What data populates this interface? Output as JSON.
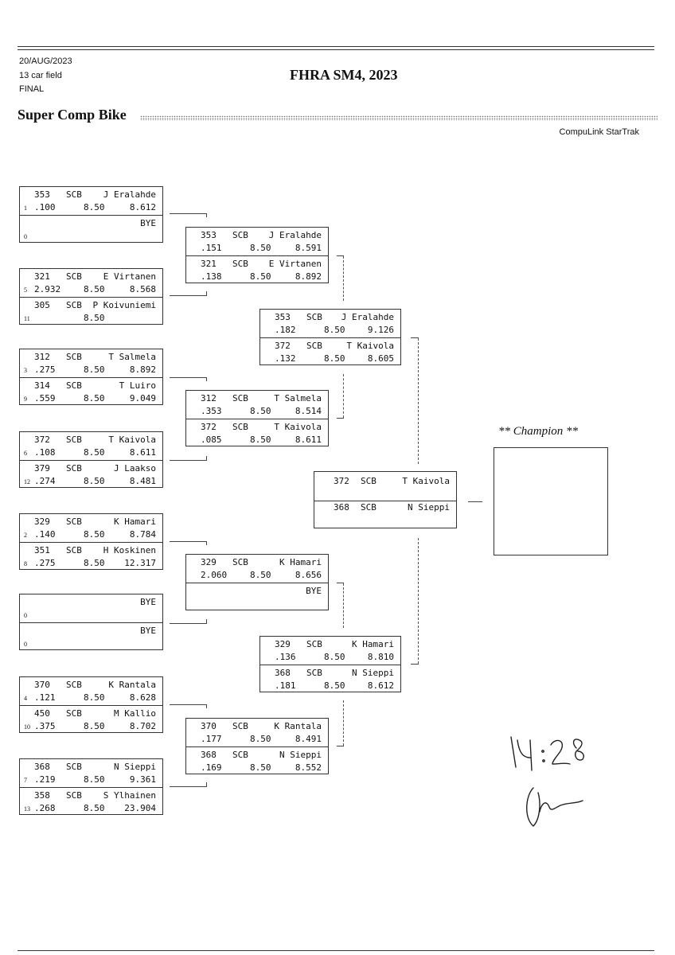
{
  "header": {
    "date": "20/AUG/2023",
    "field": "13 car field",
    "round": "FINAL",
    "event": "FHRA SM4, 2023",
    "class": "Super Comp Bike",
    "system": "CompuLink StarTrak"
  },
  "champion_label": "** Champion **",
  "round1": [
    {
      "top": {
        "seed": "1",
        "num": "353",
        "cls": "SCB",
        "name": "J Eralahde",
        "rt": ".100",
        "dial": "8.50",
        "et": "8.612"
      },
      "bot": {
        "seed": "0",
        "num": "",
        "cls": "",
        "name": "BYE",
        "rt": "",
        "dial": "",
        "et": ""
      }
    },
    {
      "top": {
        "seed": "5",
        "num": "321",
        "cls": "SCB",
        "name": "E Virtanen",
        "rt": "2.932",
        "dial": "8.50",
        "et": "8.568"
      },
      "bot": {
        "seed": "11",
        "num": "305",
        "cls": "SCB",
        "name": "P Koivuniemi",
        "rt": "",
        "dial": "8.50",
        "et": ""
      }
    },
    {
      "top": {
        "seed": "3",
        "num": "312",
        "cls": "SCB",
        "name": "T Salmela",
        "rt": ".275",
        "dial": "8.50",
        "et": "8.892"
      },
      "bot": {
        "seed": "9",
        "num": "314",
        "cls": "SCB",
        "name": "T Luiro",
        "rt": ".559",
        "dial": "8.50",
        "et": "9.049"
      }
    },
    {
      "top": {
        "seed": "6",
        "num": "372",
        "cls": "SCB",
        "name": "T Kaivola",
        "rt": ".108",
        "dial": "8.50",
        "et": "8.611"
      },
      "bot": {
        "seed": "12",
        "num": "379",
        "cls": "SCB",
        "name": "J Laakso",
        "rt": ".274",
        "dial": "8.50",
        "et": "8.481"
      }
    },
    {
      "top": {
        "seed": "2",
        "num": "329",
        "cls": "SCB",
        "name": "K Hamari",
        "rt": ".140",
        "dial": "8.50",
        "et": "8.784"
      },
      "bot": {
        "seed": "8",
        "num": "351",
        "cls": "SCB",
        "name": "H Koskinen",
        "rt": ".275",
        "dial": "8.50",
        "et": "12.317"
      }
    },
    {
      "top": {
        "seed": "0",
        "num": "",
        "cls": "",
        "name": "BYE",
        "rt": "",
        "dial": "",
        "et": ""
      },
      "bot": {
        "seed": "0",
        "num": "",
        "cls": "",
        "name": "BYE",
        "rt": "",
        "dial": "",
        "et": ""
      }
    },
    {
      "top": {
        "seed": "4",
        "num": "370",
        "cls": "SCB",
        "name": "K Rantala",
        "rt": ".121",
        "dial": "8.50",
        "et": "8.628"
      },
      "bot": {
        "seed": "10",
        "num": "450",
        "cls": "SCB",
        "name": "M Kallio",
        "rt": ".375",
        "dial": "8.50",
        "et": "8.702"
      }
    },
    {
      "top": {
        "seed": "7",
        "num": "368",
        "cls": "SCB",
        "name": "N Sieppi",
        "rt": ".219",
        "dial": "8.50",
        "et": "9.361"
      },
      "bot": {
        "seed": "13",
        "num": "358",
        "cls": "SCB",
        "name": "S Ylhainen",
        "rt": ".268",
        "dial": "8.50",
        "et": "23.904"
      }
    }
  ],
  "round2": [
    {
      "top": {
        "num": "353",
        "cls": "SCB",
        "name": "J Eralahde",
        "rt": ".151",
        "dial": "8.50",
        "et": "8.591"
      },
      "bot": {
        "num": "321",
        "cls": "SCB",
        "name": "E Virtanen",
        "rt": ".138",
        "dial": "8.50",
        "et": "8.892"
      }
    },
    {
      "top": {
        "num": "312",
        "cls": "SCB",
        "name": "T Salmela",
        "rt": ".353",
        "dial": "8.50",
        "et": "8.514"
      },
      "bot": {
        "num": "372",
        "cls": "SCB",
        "name": "T Kaivola",
        "rt": ".085",
        "dial": "8.50",
        "et": "8.611"
      }
    },
    {
      "top": {
        "num": "329",
        "cls": "SCB",
        "name": "K Hamari",
        "rt": "2.060",
        "dial": "8.50",
        "et": "8.656"
      },
      "bot": {
        "num": "",
        "cls": "",
        "name": "BYE",
        "rt": "",
        "dial": "",
        "et": ""
      }
    },
    {
      "top": {
        "num": "370",
        "cls": "SCB",
        "name": "K Rantala",
        "rt": ".177",
        "dial": "8.50",
        "et": "8.491"
      },
      "bot": {
        "num": "368",
        "cls": "SCB",
        "name": "N Sieppi",
        "rt": ".169",
        "dial": "8.50",
        "et": "8.552"
      }
    }
  ],
  "round3": [
    {
      "top": {
        "num": "353",
        "cls": "SCB",
        "name": "J Eralahde",
        "rt": ".182",
        "dial": "8.50",
        "et": "9.126"
      },
      "bot": {
        "num": "372",
        "cls": "SCB",
        "name": "T Kaivola",
        "rt": ".132",
        "dial": "8.50",
        "et": "8.605"
      }
    },
    {
      "top": {
        "num": "329",
        "cls": "SCB",
        "name": "K Hamari",
        "rt": ".136",
        "dial": "8.50",
        "et": "8.810"
      },
      "bot": {
        "num": "368",
        "cls": "SCB",
        "name": "N Sieppi",
        "rt": ".181",
        "dial": "8.50",
        "et": "8.612"
      }
    }
  ],
  "final": {
    "top": {
      "num": "372",
      "cls": "SCB",
      "name": "T Kaivola"
    },
    "bot": {
      "num": "368",
      "cls": "SCB",
      "name": "N Sieppi"
    }
  }
}
